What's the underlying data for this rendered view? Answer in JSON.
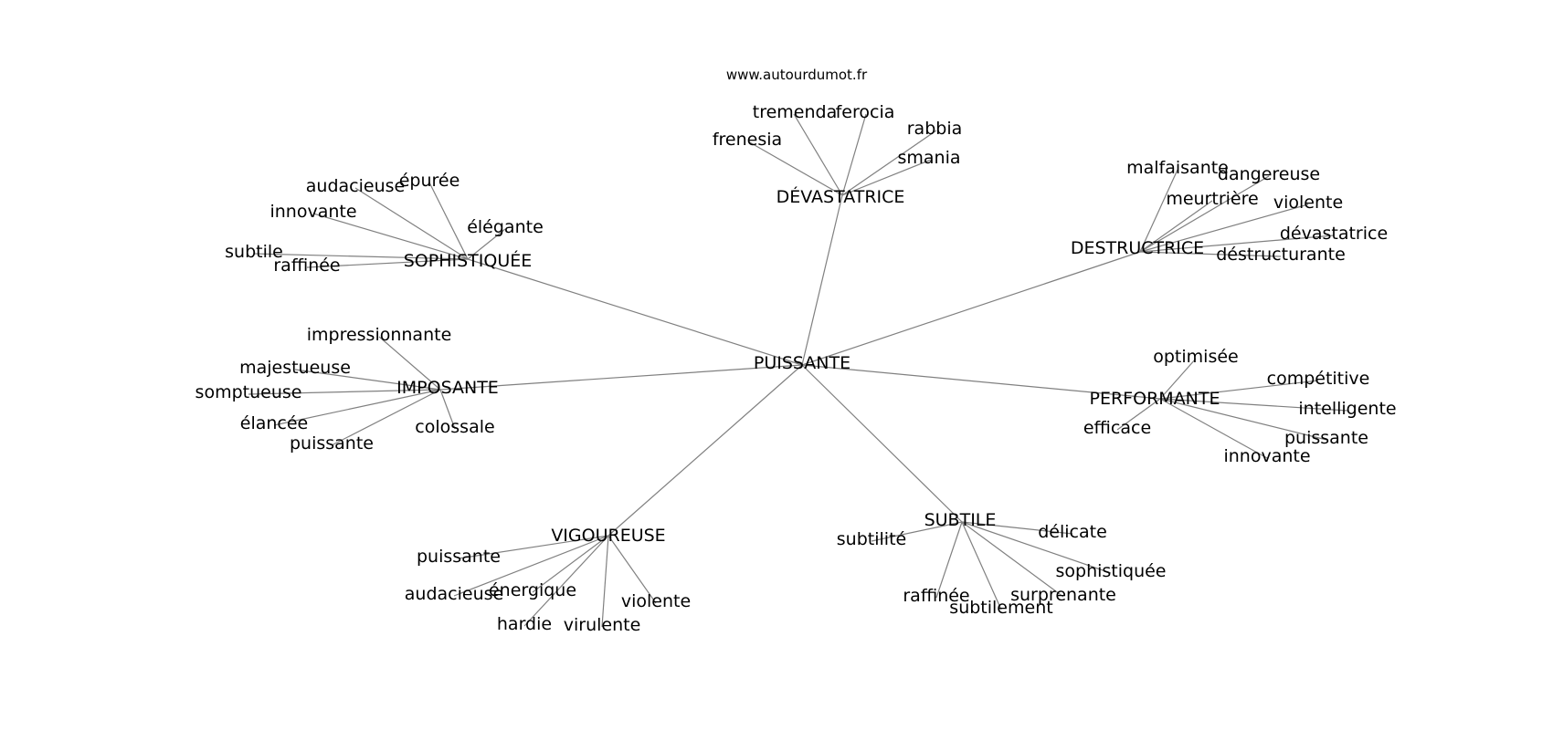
{
  "source_label": "www.autourdumot.fr",
  "colors": {
    "edge": "#808080",
    "text": "#000000",
    "background": "#ffffff"
  },
  "graph": {
    "center": "PUISSANTE",
    "clusters": [
      {
        "label": "DÉVASTATRICE",
        "leaves": [
          "tremenda",
          "ferocia",
          "frenesia",
          "rabbia",
          "smania"
        ]
      },
      {
        "label": "SOPHISTIQUÉE",
        "leaves": [
          "audacieuse",
          "épurée",
          "innovante",
          "élégante",
          "subtile",
          "raffinée"
        ]
      },
      {
        "label": "DESTRUCTRICE",
        "leaves": [
          "malfaisante",
          "dangereuse",
          "meurtrière",
          "violente",
          "dévastatrice",
          "déstructurante"
        ]
      },
      {
        "label": "IMPOSANTE",
        "leaves": [
          "impressionnante",
          "majestueuse",
          "somptueuse",
          "élancée",
          "puissante",
          "colossale"
        ]
      },
      {
        "label": "PERFORMANTE",
        "leaves": [
          "optimisée",
          "compétitive",
          "intelligente",
          "efficace",
          "puissante",
          "innovante"
        ]
      },
      {
        "label": "VIGOUREUSE",
        "leaves": [
          "puissante",
          "audacieuse",
          "énergique",
          "hardie",
          "virulente",
          "violente"
        ]
      },
      {
        "label": "SUBTILE",
        "leaves": [
          "subtilité",
          "délicate",
          "sophistiquée",
          "raffinée",
          "subtilement",
          "surprenante"
        ]
      }
    ]
  }
}
